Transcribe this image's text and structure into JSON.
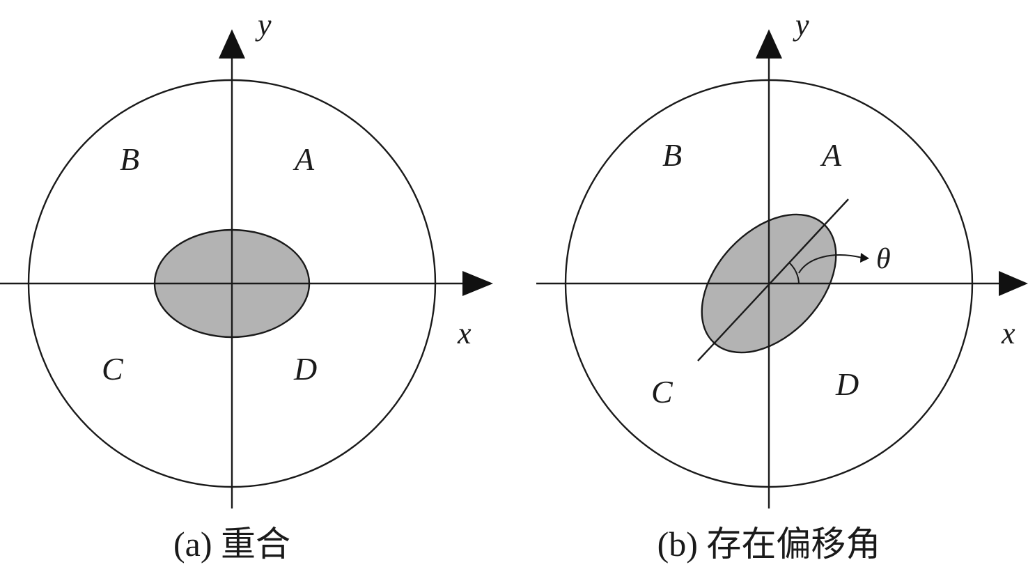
{
  "panels": [
    {
      "caption": "(a) 重合",
      "x_axis_label": "x",
      "y_axis_label": "y",
      "quadrants": {
        "A": "A",
        "B": "B",
        "C": "C",
        "D": "D"
      }
    },
    {
      "caption": "(b) 存在偏移角",
      "x_axis_label": "x",
      "y_axis_label": "y",
      "quadrants": {
        "A": "A",
        "B": "B",
        "C": "C",
        "D": "D"
      },
      "angle_label": "θ"
    }
  ],
  "colors": {
    "stroke": "#1a1a1a",
    "ellipse_fill": "#b3b3b3",
    "background": "#ffffff"
  }
}
